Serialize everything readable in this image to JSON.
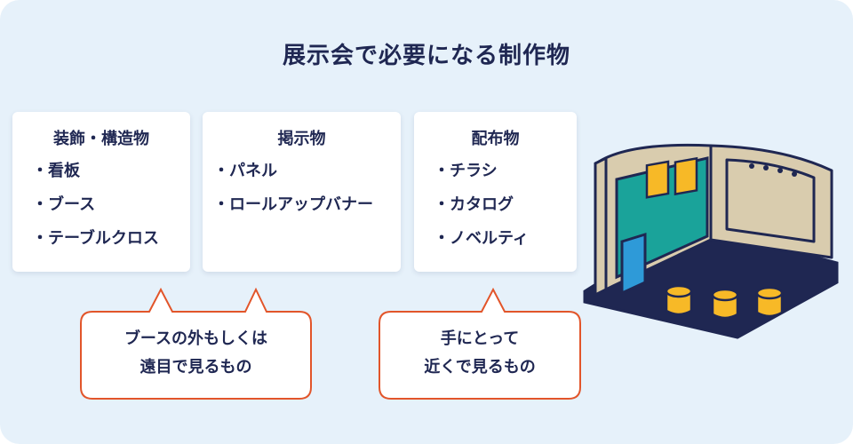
{
  "title": "展示会で必要になる制作物",
  "cards": [
    {
      "title": "装飾・構造物",
      "items": [
        "・看板",
        "・ブース",
        "・テーブルクロス"
      ]
    },
    {
      "title": "掲示物",
      "items": [
        "・パネル",
        "・ロールアップバナー"
      ]
    },
    {
      "title": "配布物",
      "items": [
        "・チラシ",
        "・カタログ",
        "・ノベルティ"
      ]
    }
  ],
  "bubbles": [
    {
      "line1": "ブースの外もしくは",
      "line2": "遠目で見るもの"
    },
    {
      "line1": "手にとって",
      "line2": "近くで見るもの"
    }
  ],
  "colors": {
    "background": "#e6f1fa",
    "navy": "#1f2752",
    "accent_orange": "#e2552a",
    "booth_wall": "#d9ccae",
    "booth_panel_teal": "#1aa39a",
    "booth_yellow": "#f7b927",
    "booth_blue": "#2e9ad8"
  },
  "illustration": {
    "name": "exhibition-booth",
    "dots_count": 4
  }
}
